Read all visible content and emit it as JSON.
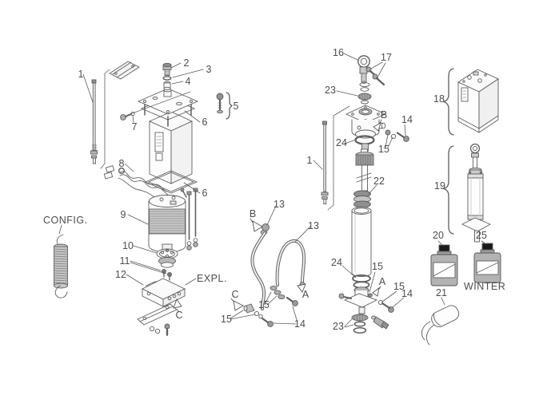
{
  "diagram": {
    "background": "#ffffff",
    "line_color": "#5f5f5f",
    "label_color": "#4d4d4d",
    "text_labels": {
      "config": "CONFIG.",
      "expl": "EXPL.",
      "winter": "WINTER"
    },
    "section_letters": {
      "a": "A",
      "b": "B",
      "c": "C"
    },
    "part_numbers": {
      "p1": "1",
      "p2": "2",
      "p3": "3",
      "p4": "4",
      "p5": "5",
      "p6": "6",
      "p7": "7",
      "p8": "8",
      "p9": "9",
      "p10": "10",
      "p11": "11",
      "p12": "12",
      "p13": "13",
      "p14": "14",
      "p15": "15",
      "p16": "16",
      "p17": "17",
      "p18": "18",
      "p19": "19",
      "p20": "20",
      "p21": "21",
      "p22": "22",
      "p23": "23",
      "p24": "24",
      "p25": "25"
    }
  }
}
